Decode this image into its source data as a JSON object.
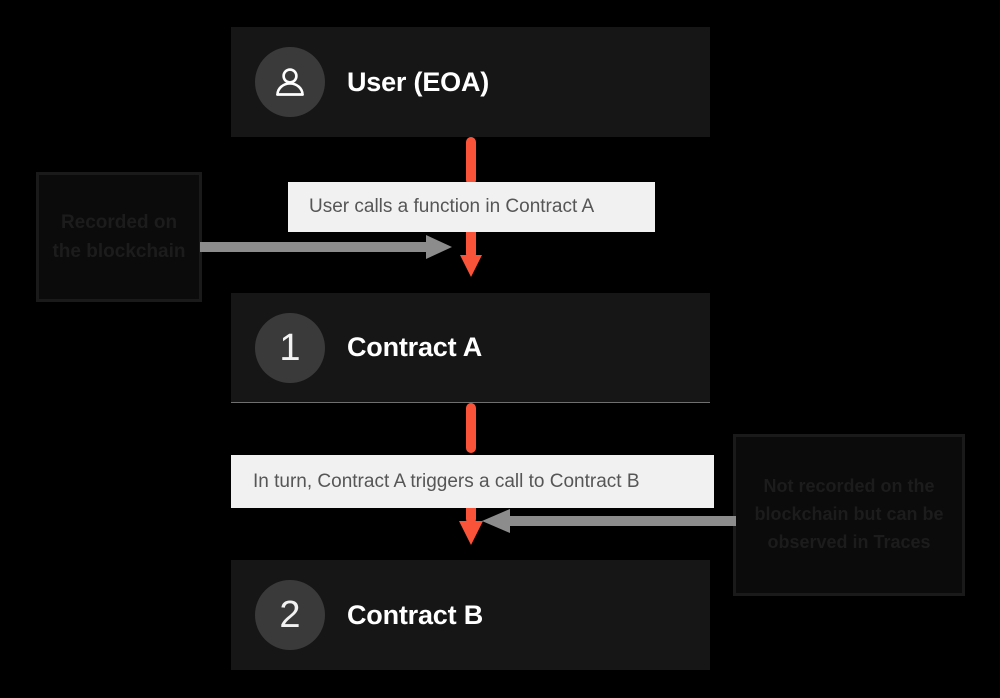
{
  "page": {
    "background_color": "#000000",
    "title": "Contract call flow diagram"
  },
  "palette": {
    "node_bg": "#161616",
    "node_text": "#ffffff",
    "badge_bg": "#3a3a3a",
    "arrow_orange": "#f9543a",
    "arrow_gray": "#8c8c8c",
    "label_bg": "#f1f1f1",
    "label_text": "#565656",
    "callout_bg": "#0b0b0b",
    "callout_border": "#1a1a1a",
    "callout_text": "#1c1c1c"
  },
  "nodes": [
    {
      "id": "user",
      "badge_type": "person-icon",
      "badge_text": "",
      "label": "User (EOA)"
    },
    {
      "id": "contract-a",
      "badge_type": "number",
      "badge_text": "1",
      "label": "Contract A"
    },
    {
      "id": "contract-b",
      "badge_type": "number",
      "badge_text": "2",
      "label": "Contract B"
    }
  ],
  "step_labels": [
    {
      "id": "step-1",
      "text": "User calls a function in Contract A"
    },
    {
      "id": "step-2",
      "text": "In turn, Contract A triggers a call to Contract B"
    }
  ],
  "callouts": [
    {
      "id": "recorded",
      "text": "Recorded on the blockchain",
      "points_to": "step-1",
      "direction": "right"
    },
    {
      "id": "not-recorded",
      "text": "Not recorded on the blockchain but can be observed in Traces",
      "points_to": "step-2",
      "direction": "left"
    }
  ],
  "connectors": [
    {
      "id": "user-to-contract-a",
      "color": "#f9543a",
      "orientation": "vertical",
      "direction": "down"
    },
    {
      "id": "contract-a-to-contract-b",
      "color": "#f9543a",
      "orientation": "vertical",
      "direction": "down"
    },
    {
      "id": "callout-left-connector",
      "color": "#8c8c8c",
      "orientation": "horizontal",
      "direction": "right"
    },
    {
      "id": "callout-right-connector",
      "color": "#8c8c8c",
      "orientation": "horizontal",
      "direction": "left"
    }
  ]
}
